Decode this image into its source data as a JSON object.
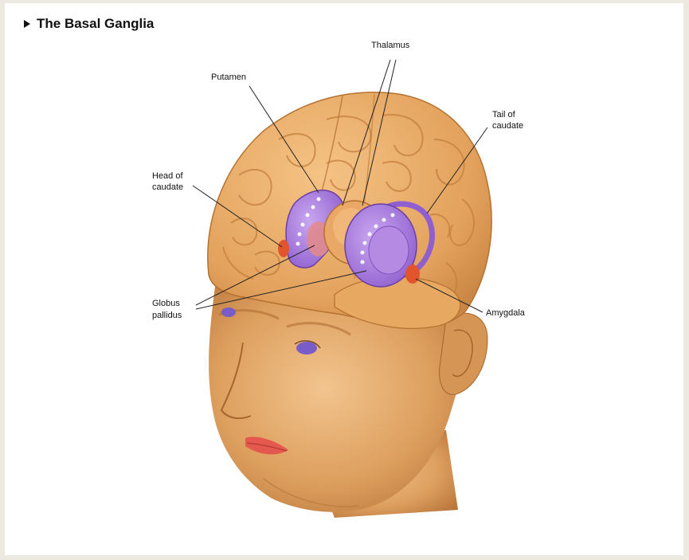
{
  "title": "The Basal Ganglia",
  "labels": {
    "putamen": "Putamen",
    "thalamus": "Thalamus",
    "tail_of_caudate_1": "Tail of",
    "tail_of_caudate_2": "caudate",
    "head_of_caudate_1": "Head of",
    "head_of_caudate_2": "caudate",
    "globus_pallidus_1": "Globus",
    "globus_pallidus_2": "pallidus",
    "amygdala": "Amygdala"
  },
  "colors": {
    "skin": "#e0a768",
    "brain": "#e8ad67",
    "brain_gyri": "#c47f3c",
    "basal_ganglia": "#a578d6",
    "basal_ganglia_edge": "#6b3fa2",
    "amygdala": "#e2542c",
    "leader_line": "#222222"
  }
}
